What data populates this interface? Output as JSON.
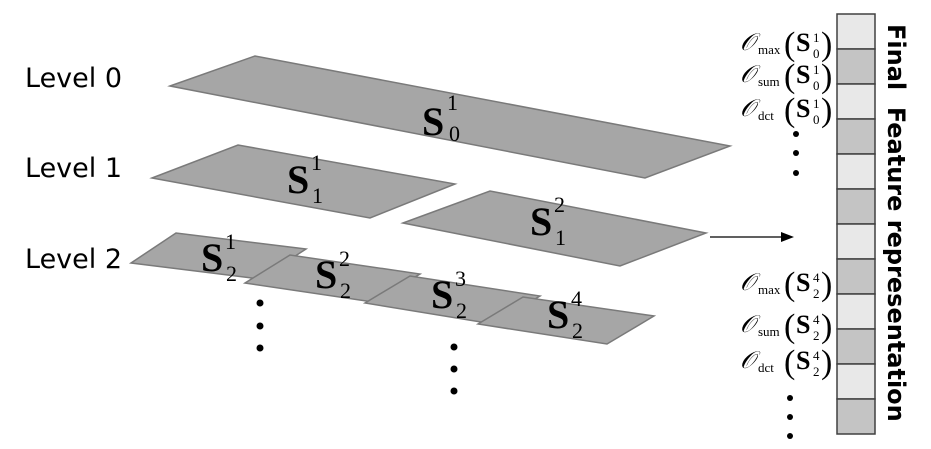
{
  "levels": [
    {
      "label": "Level 0"
    },
    {
      "label": "Level 1"
    },
    {
      "label": "Level 2"
    }
  ],
  "regions": [
    {
      "main": "S",
      "sub": "0",
      "sup": "1"
    },
    {
      "main": "S",
      "sub": "1",
      "sup": "1"
    },
    {
      "main": "S",
      "sub": "1",
      "sup": "2"
    },
    {
      "main": "S",
      "sub": "2",
      "sup": "1"
    },
    {
      "main": "S",
      "sub": "2",
      "sup": "2"
    },
    {
      "main": "S",
      "sub": "2",
      "sup": "3"
    },
    {
      "main": "S",
      "sub": "2",
      "sup": "4"
    }
  ],
  "operations": [
    {
      "symbol": "𝒪",
      "name": "max",
      "open": "(",
      "main": "S",
      "sub": "0",
      "sup": "1",
      "close": ")"
    },
    {
      "symbol": "𝒪",
      "name": "sum",
      "open": "(",
      "main": "S",
      "sub": "0",
      "sup": "1",
      "close": ")"
    },
    {
      "symbol": "𝒪",
      "name": "dct",
      "open": "(",
      "main": "S",
      "sub": "0",
      "sup": "1",
      "close": ")"
    },
    {
      "symbol": "𝒪",
      "name": "max",
      "open": "(",
      "main": "S",
      "sub": "2",
      "sup": "4",
      "close": ")"
    },
    {
      "symbol": "𝒪",
      "name": "sum",
      "open": "(",
      "main": "S",
      "sub": "2",
      "sup": "4",
      "close": ")"
    },
    {
      "symbol": "𝒪",
      "name": "dct",
      "open": "(",
      "main": "S",
      "sub": "2",
      "sup": "4",
      "close": ")"
    }
  ],
  "feature_vector": {
    "title": "Final  Feature representation",
    "cell_count": 12,
    "cell_fills": [
      "#e8e8e8",
      "#c4c4c4"
    ]
  },
  "colors": {
    "region_fill": "#a6a6a6",
    "region_stroke": "#7a7a7a",
    "cell_stroke": "#404040"
  }
}
